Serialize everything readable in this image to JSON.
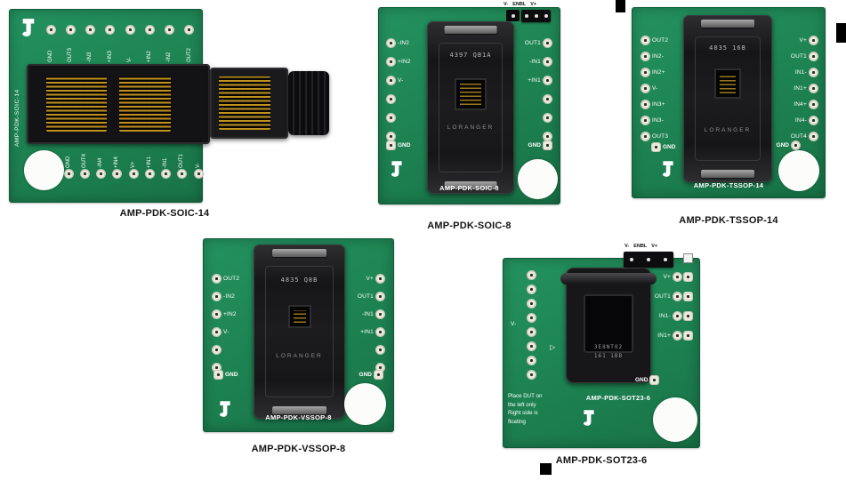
{
  "colors": {
    "pcb_green": "#1e8453",
    "silkscreen_white": "#ffffff",
    "socket_black": "#1c1c1e",
    "contact_gold": "#c09320",
    "pad_cream": "#ece9dc",
    "background": "#ffffff"
  },
  "boards": {
    "soic14": {
      "caption": "AMP-PDK-SOIC-14",
      "silkscreen": "AMP-PDK-SOIC-14",
      "top_pins": [
        "GND",
        "OUT3",
        "-IN3",
        "+IN3",
        "V-",
        "+IN2",
        "-IN2",
        "OUT2"
      ],
      "bottom_pins": [
        "GND",
        "OUT4",
        "-IN4",
        "+IN4",
        "V+",
        "+IN1",
        "-IN1",
        "OUT1",
        "V-"
      ]
    },
    "soic8": {
      "caption": "AMP-PDK-SOIC-8",
      "silkscreen": "AMP-PDK-SOIC-8",
      "header_pins": [
        "V-",
        "ENBL",
        "V+"
      ],
      "left_pins": [
        "-IN2",
        "+IN2",
        "V-",
        "",
        "",
        ""
      ],
      "right_pins": [
        "OUT1",
        "-IN1",
        "+IN1",
        "",
        "",
        ""
      ],
      "gnd_left": "GND",
      "gnd_right": "GND",
      "socket_marking": "4397 QB1A",
      "socket_brand": "LORANGER"
    },
    "tssop14": {
      "caption": "AMP-PDK-TSSOP-14",
      "silkscreen": "AMP-PDK-TSSOP-14",
      "left_pins": [
        "OUT2",
        "IN2-",
        "IN2+",
        "V-",
        "IN3+",
        "IN3-",
        "OUT3"
      ],
      "right_pins": [
        "V+",
        "OUT1",
        "IN1-",
        "IN1+",
        "IN4+",
        "IN4-",
        "OUT4"
      ],
      "gnd_left": "GND",
      "gnd_right": "GND",
      "socket_marking": "4835 16B",
      "socket_brand": "LORANGER"
    },
    "vssop8": {
      "caption": "AMP-PDK-VSSOP-8",
      "silkscreen": "AMP-PDK-VSSOP-8",
      "left_pins": [
        "OUT2",
        "-IN2",
        "+IN2",
        "V-",
        "",
        ""
      ],
      "right_pins": [
        "V+",
        "OUT1",
        "-IN1",
        "+IN1",
        "",
        ""
      ],
      "gnd_left": "GND",
      "gnd_right": "GND",
      "socket_marking": "4835 Q8B",
      "socket_brand": "LORANGER"
    },
    "sot236": {
      "caption": "AMP-PDK-SOT23-6",
      "silkscreen": "AMP-PDK-SOT23-6",
      "header_pins": [
        "V-",
        "ENBL",
        "V+"
      ],
      "right_pins": [
        "V+",
        "OUT1",
        "IN1-",
        "IN1+"
      ],
      "vminus_label": "V-",
      "gnd": "GND",
      "triangle_marker": "▷",
      "note_lines": [
        "Place DUT on",
        "the left only",
        "Right side is",
        "floating"
      ],
      "socket_marking_1": "3E8NT02",
      "socket_marking_2": "161 1BB"
    }
  }
}
